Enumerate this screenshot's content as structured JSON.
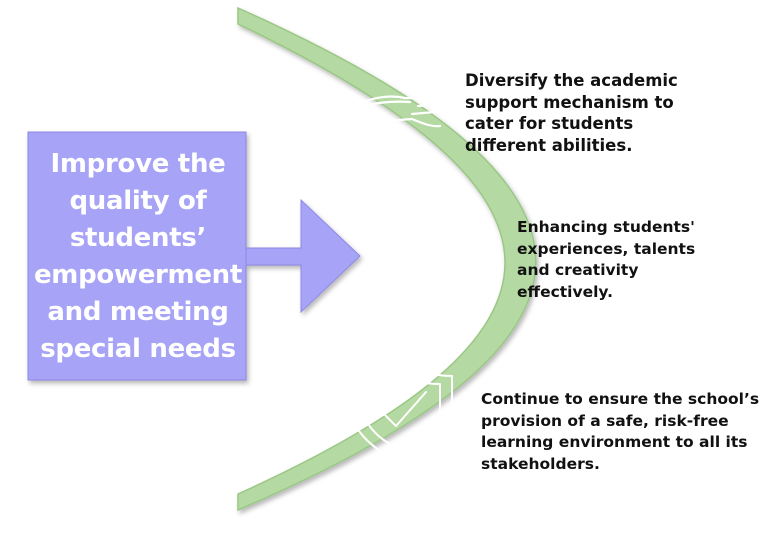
{
  "colors": {
    "arc": "#b5d9a2",
    "arc_edge": "#9ac785",
    "box_fill": "#a7a3f7",
    "box_edge": "#8d88e8",
    "icon_stroke": "#ffffff",
    "text": "#111111"
  },
  "main_box": {
    "lines": [
      "Improve the",
      "quality of",
      "students’",
      "empowerment",
      "and meeting",
      "special needs"
    ]
  },
  "points": [
    {
      "icon": "handshake-icon",
      "lines": [
        "Diversify the academic",
        "support mechanism to",
        "cater for students",
        "different abilities."
      ]
    },
    {
      "icon": "head-lightbulb-icon",
      "lines": [
        "Enhancing students'",
        "experiences, talents",
        "and creativity",
        "effectively."
      ]
    },
    {
      "icon": "shield-check-icon",
      "lines": [
        "Continue to ensure the school’s",
        "provision of a safe, risk-free",
        "learning environment to all its",
        "stakeholders."
      ]
    }
  ]
}
